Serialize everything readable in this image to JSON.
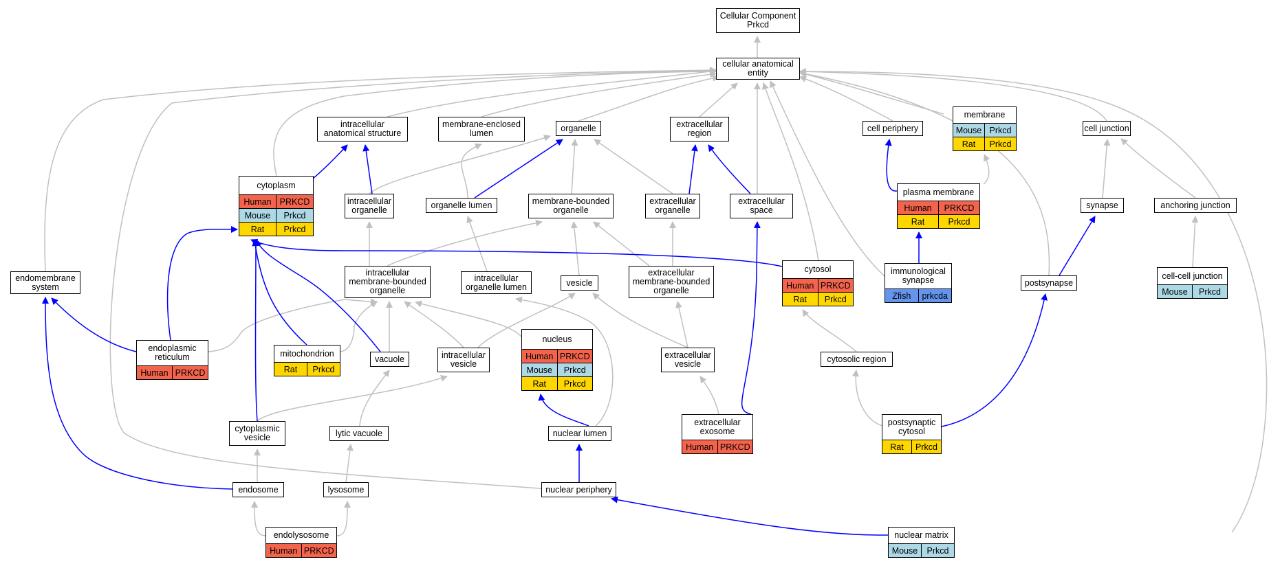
{
  "colors": {
    "gray_edge": "#c0c0c0",
    "blue_edge": "#0000ff",
    "Human": "#f4634b",
    "Mouse": "#add8e6",
    "Rat": "#ffd700",
    "Zfish": "#6495ed"
  },
  "nodes": [
    {
      "id": "cc",
      "lines": [
        "Cellular Component",
        "Prkcd"
      ],
      "rows": []
    },
    {
      "id": "cae",
      "lines": [
        "cellular anatomical",
        "entity"
      ],
      "rows": []
    },
    {
      "id": "ias",
      "lines": [
        "intracellular",
        "anatomical structure"
      ],
      "rows": []
    },
    {
      "id": "mel",
      "lines": [
        "membrane-enclosed",
        "lumen"
      ],
      "rows": []
    },
    {
      "id": "org",
      "lines": [
        "organelle"
      ],
      "rows": []
    },
    {
      "id": "exr",
      "lines": [
        "extracellular",
        "region"
      ],
      "rows": []
    },
    {
      "id": "cper",
      "lines": [
        "cell periphery"
      ],
      "rows": []
    },
    {
      "id": "mem",
      "lines": [
        "membrane"
      ],
      "rows": [
        {
          "sp": "Mouse",
          "gene": "Prkcd"
        },
        {
          "sp": "Rat",
          "gene": "Prkcd"
        }
      ]
    },
    {
      "id": "cj",
      "lines": [
        "cell junction"
      ],
      "rows": []
    },
    {
      "id": "cyto",
      "lines": [
        "cytoplasm"
      ],
      "rows": [
        {
          "sp": "Human",
          "gene": "PRKCD"
        },
        {
          "sp": "Mouse",
          "gene": "Prkcd"
        },
        {
          "sp": "Rat",
          "gene": "Prkcd"
        }
      ]
    },
    {
      "id": "io",
      "lines": [
        "intracellular",
        "organelle"
      ],
      "rows": []
    },
    {
      "id": "ol",
      "lines": [
        "organelle lumen"
      ],
      "rows": []
    },
    {
      "id": "mbo",
      "lines": [
        "membrane-bounded",
        "organelle"
      ],
      "rows": []
    },
    {
      "id": "exo",
      "lines": [
        "extracellular",
        "organelle"
      ],
      "rows": []
    },
    {
      "id": "exs",
      "lines": [
        "extracellular",
        "space"
      ],
      "rows": []
    },
    {
      "id": "pm",
      "lines": [
        "plasma membrane"
      ],
      "rows": [
        {
          "sp": "Human",
          "gene": "PRKCD"
        },
        {
          "sp": "Rat",
          "gene": "Prkcd"
        }
      ]
    },
    {
      "id": "syn",
      "lines": [
        "synapse"
      ],
      "rows": []
    },
    {
      "id": "aj",
      "lines": [
        "anchoring junction"
      ],
      "rows": []
    },
    {
      "id": "ems",
      "lines": [
        "endomembrane",
        "system"
      ],
      "rows": []
    },
    {
      "id": "imbo",
      "lines": [
        "intracellular",
        "membrane-bounded",
        "organelle"
      ],
      "rows": []
    },
    {
      "id": "iol",
      "lines": [
        "intracellular",
        "organelle lumen"
      ],
      "rows": []
    },
    {
      "id": "ves",
      "lines": [
        "vesicle"
      ],
      "rows": []
    },
    {
      "id": "embo",
      "lines": [
        "extracellular",
        "membrane-bounded",
        "organelle"
      ],
      "rows": []
    },
    {
      "id": "cytosol",
      "lines": [
        "cytosol"
      ],
      "rows": [
        {
          "sp": "Human",
          "gene": "PRKCD"
        },
        {
          "sp": "Rat",
          "gene": "Prkcd"
        }
      ]
    },
    {
      "id": "imsyn",
      "lines": [
        "immunological",
        "synapse"
      ],
      "rows": [
        {
          "sp": "Zfish",
          "gene": "prkcda"
        }
      ]
    },
    {
      "id": "psyn",
      "lines": [
        "postsynapse"
      ],
      "rows": []
    },
    {
      "id": "ccj",
      "lines": [
        "cell-cell junction"
      ],
      "rows": [
        {
          "sp": "Mouse",
          "gene": "Prkcd"
        }
      ]
    },
    {
      "id": "er",
      "lines": [
        "endoplasmic",
        "reticulum"
      ],
      "rows": [
        {
          "sp": "Human",
          "gene": "PRKCD"
        }
      ]
    },
    {
      "id": "mito",
      "lines": [
        "mitochondrion"
      ],
      "rows": [
        {
          "sp": "Rat",
          "gene": "Prkcd"
        }
      ]
    },
    {
      "id": "vac",
      "lines": [
        "vacuole"
      ],
      "rows": []
    },
    {
      "id": "iv",
      "lines": [
        "intracellular",
        "vesicle"
      ],
      "rows": []
    },
    {
      "id": "nuc",
      "lines": [
        "nucleus"
      ],
      "rows": [
        {
          "sp": "Human",
          "gene": "PRKCD"
        },
        {
          "sp": "Mouse",
          "gene": "Prkcd"
        },
        {
          "sp": "Rat",
          "gene": "Prkcd"
        }
      ]
    },
    {
      "id": "exv",
      "lines": [
        "extracellular",
        "vesicle"
      ],
      "rows": []
    },
    {
      "id": "cytreg",
      "lines": [
        "cytosolic region"
      ],
      "rows": []
    },
    {
      "id": "cv",
      "lines": [
        "cytoplasmic",
        "vesicle"
      ],
      "rows": []
    },
    {
      "id": "lv",
      "lines": [
        "lytic vacuole"
      ],
      "rows": []
    },
    {
      "id": "nl",
      "lines": [
        "nuclear lumen"
      ],
      "rows": []
    },
    {
      "id": "exexo",
      "lines": [
        "extracellular",
        "exosome"
      ],
      "rows": [
        {
          "sp": "Human",
          "gene": "PRKCD"
        }
      ]
    },
    {
      "id": "pscyt",
      "lines": [
        "postsynaptic",
        "cytosol"
      ],
      "rows": [
        {
          "sp": "Rat",
          "gene": "Prkcd"
        }
      ]
    },
    {
      "id": "endo",
      "lines": [
        "endosome"
      ],
      "rows": []
    },
    {
      "id": "lyso",
      "lines": [
        "lysosome"
      ],
      "rows": []
    },
    {
      "id": "np",
      "lines": [
        "nuclear periphery"
      ],
      "rows": []
    },
    {
      "id": "endoly",
      "lines": [
        "endolysosome"
      ],
      "rows": [
        {
          "sp": "Human",
          "gene": "PRKCD"
        }
      ]
    },
    {
      "id": "nm",
      "lines": [
        "nuclear matrix"
      ],
      "rows": [
        {
          "sp": "Mouse",
          "gene": "Prkcd"
        }
      ]
    }
  ]
}
